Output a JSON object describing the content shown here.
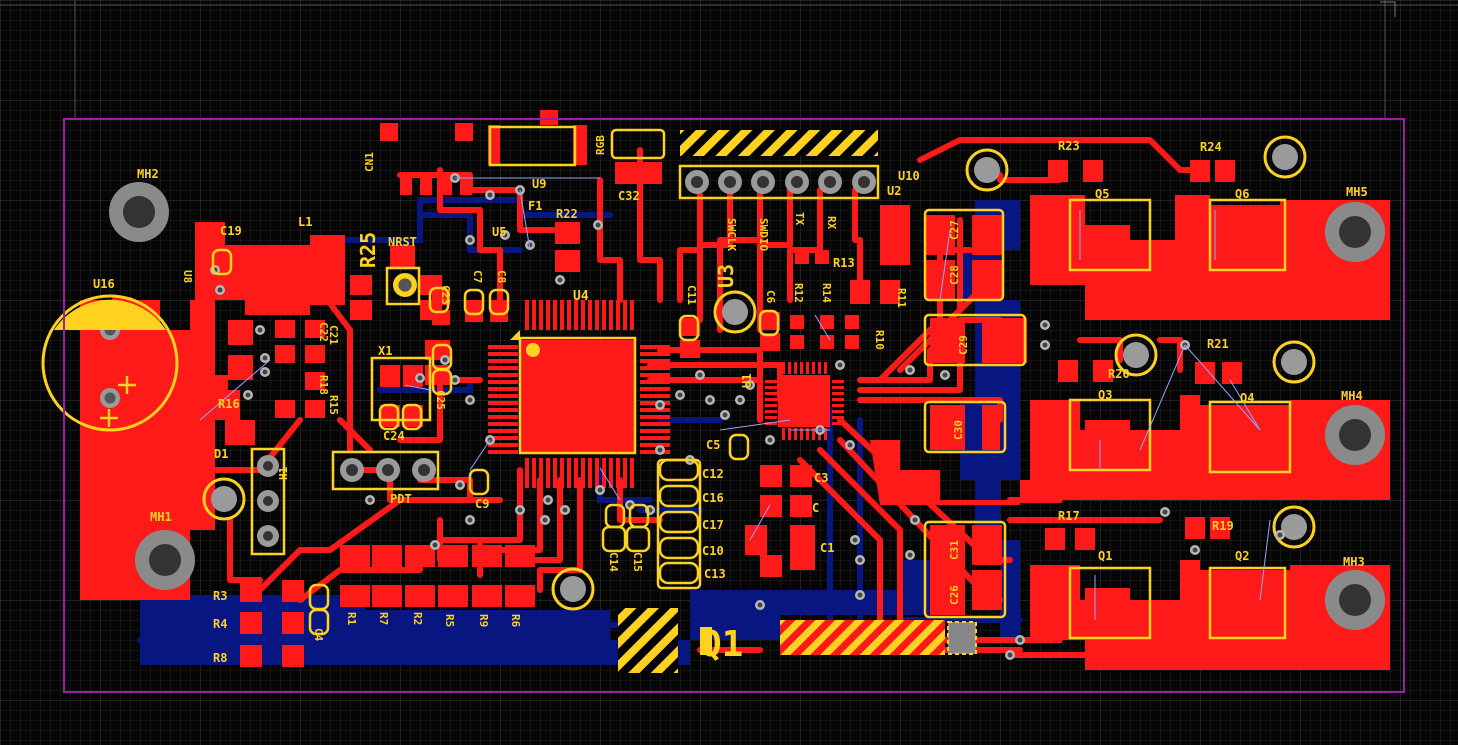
{
  "app": {
    "view": "PCB 2D layout editor"
  },
  "colors": {
    "background": "#050505",
    "grid": "#2a2a2a",
    "top_copper": "#ff1a1a",
    "bottom_copper": "#071680",
    "silkscreen": "#ffd21f",
    "board_outline": "#a01ca8",
    "via": "#b7b7b7",
    "ratsnest": "#8ea7ff"
  },
  "designators": {
    "cn1": "CN1",
    "u9": "U9",
    "f1": "F1",
    "rgb": "RGB",
    "c32": "C32",
    "r22": "R22",
    "nrst": "NRST",
    "u5": "U5",
    "r25": "R25",
    "c23": "C23",
    "c7": "C7",
    "c8": "C8",
    "u4": "U4",
    "c11": "C11",
    "u3": "U3",
    "swclk": "SWCLK",
    "swdio": "SWDIO",
    "tx": "TX",
    "rx": "RX",
    "u10": "U10",
    "u2": "U2",
    "r13": "R13",
    "r11": "R11",
    "r12": "R12",
    "r14": "R14",
    "r10": "R10",
    "c27": "C27",
    "c28": "C28",
    "c29": "C29",
    "c30": "C30",
    "c31": "C31",
    "c26": "C26",
    "r23": "R23",
    "q5": "Q5",
    "r24": "R24",
    "q6": "Q6",
    "mh5": "MH5",
    "r20": "R20",
    "q3": "Q3",
    "r21": "R21",
    "q4": "Q4",
    "mh4": "MH4",
    "r17": "R17",
    "q1": "Q1",
    "r19": "R19",
    "q2": "Q2",
    "mh3": "MH3",
    "mh2": "MH2",
    "u16": "U16",
    "c19": "C19",
    "l1": "L1",
    "u8": "U8",
    "c22": "C22",
    "c21": "C21",
    "r18": "R18",
    "r15": "R15",
    "r16": "R16",
    "d1": "D1",
    "h1": "H1",
    "mh1": "MH1",
    "x1": "X1",
    "c25": "C25",
    "c24": "C24",
    "pdt": "PDT",
    "c9": "C9",
    "c6": "C6",
    "c5": "C5",
    "c12": "C12",
    "c16": "C16",
    "c17": "C17",
    "c10": "C10",
    "c13": "C13",
    "c14": "C14",
    "c15": "C15",
    "c3": "C3",
    "c2": "C",
    "c1": "C1",
    "u1": "U1",
    "r3": "R3",
    "r4": "R4",
    "r8": "R8",
    "c4": "C4",
    "r1": "R1",
    "r7": "R7",
    "r2": "R2",
    "r5": "R5",
    "r9": "R9",
    "r6": "R6",
    "q1_big": "Q1"
  }
}
